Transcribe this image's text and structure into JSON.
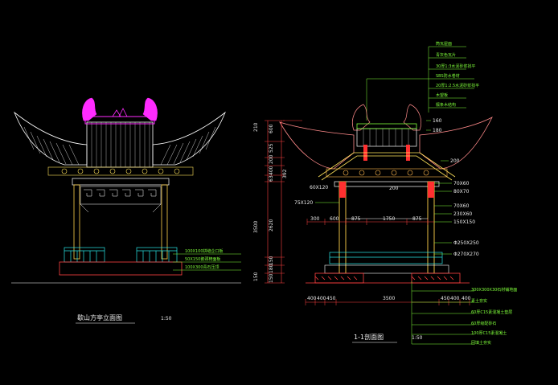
{
  "left_view": {
    "title": "歇山方亭立面图",
    "scale": "1:50",
    "notes": [
      "100X100拼缝企口板",
      "50X150鹅颈椅面板",
      "100X300青石压顶"
    ]
  },
  "right_view": {
    "title": "1-1剖面图",
    "scale": "1:50",
    "top_notes": [
      "筒瓦屋面",
      "青灰色瓦片",
      "30厚1:3水泥砂浆找平",
      "SBS防水卷材",
      "20厚1:2.5水泥砂浆找平",
      "木望板",
      "檩条木结构"
    ],
    "sizes": [
      "160",
      "180",
      "200",
      "70X60",
      "80X70",
      "70X60",
      "230X60",
      "150X150",
      "Φ250X250",
      "Φ270X270",
      "60X120",
      "200",
      "75X120"
    ],
    "level_labels": {
      "l_210": "210",
      "l_600": "600",
      "l_525": "525",
      "l_200": "200",
      "l_400": "400",
      "l_63": "63",
      "l_392": "392",
      "l_3500": "3500",
      "l_2620": "2620",
      "l_150a": "150",
      "l_180": "180",
      "l_150b": "150",
      "l_150c": "150"
    },
    "span_dims": [
      "300",
      "600",
      "875",
      "1750",
      "875"
    ],
    "base_dims": [
      "400",
      "400",
      "450",
      "3500",
      "450",
      "400",
      "400"
    ],
    "bottom_notes": [
      "300X300X30石材铺地面",
      "素土夯实",
      "60厚C15素混凝土垫层",
      "60厚级配砂石",
      "100厚C15素混凝土",
      "回填土夯实"
    ]
  },
  "colors": {
    "roof": "#ffffff",
    "ridge": "#ff2bff",
    "bracket": "#ffe35a",
    "column": "#ffd24a",
    "rail": "#28e6e6",
    "base": "#ff4040",
    "dim": "#ff4040",
    "leader": "#7fff3a",
    "timber": "#ffb84d",
    "text": "#e8e8e8"
  }
}
